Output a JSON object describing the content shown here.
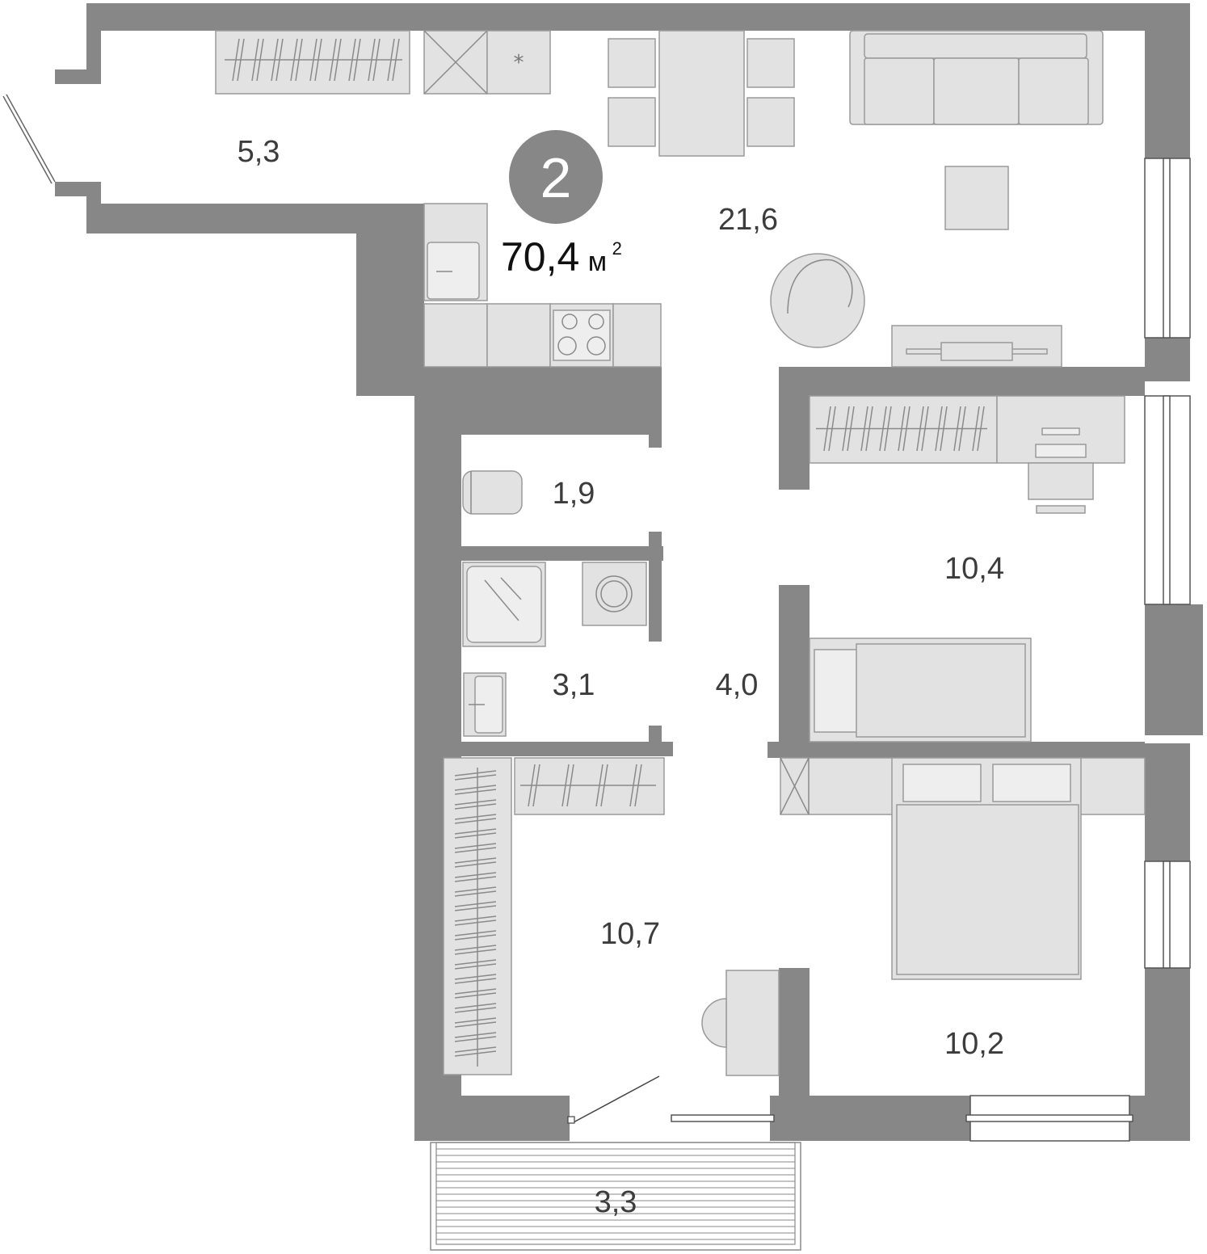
{
  "apartment": {
    "rooms_count": "2",
    "total_area": "70,4",
    "area_unit": "м",
    "area_unit_power": "2"
  },
  "rooms": {
    "balcony_top": "5,3",
    "living_kitchen": "21,6",
    "wc": "1,9",
    "bathroom": "3,1",
    "corridor": "4,0",
    "bedroom_small": "10,4",
    "hallway": "10,7",
    "bedroom_main": "10,2",
    "balcony_bottom": "3,3"
  },
  "colors": {
    "wall": "#878787",
    "furniture": "#e2e2e2",
    "badge": "#878787"
  }
}
